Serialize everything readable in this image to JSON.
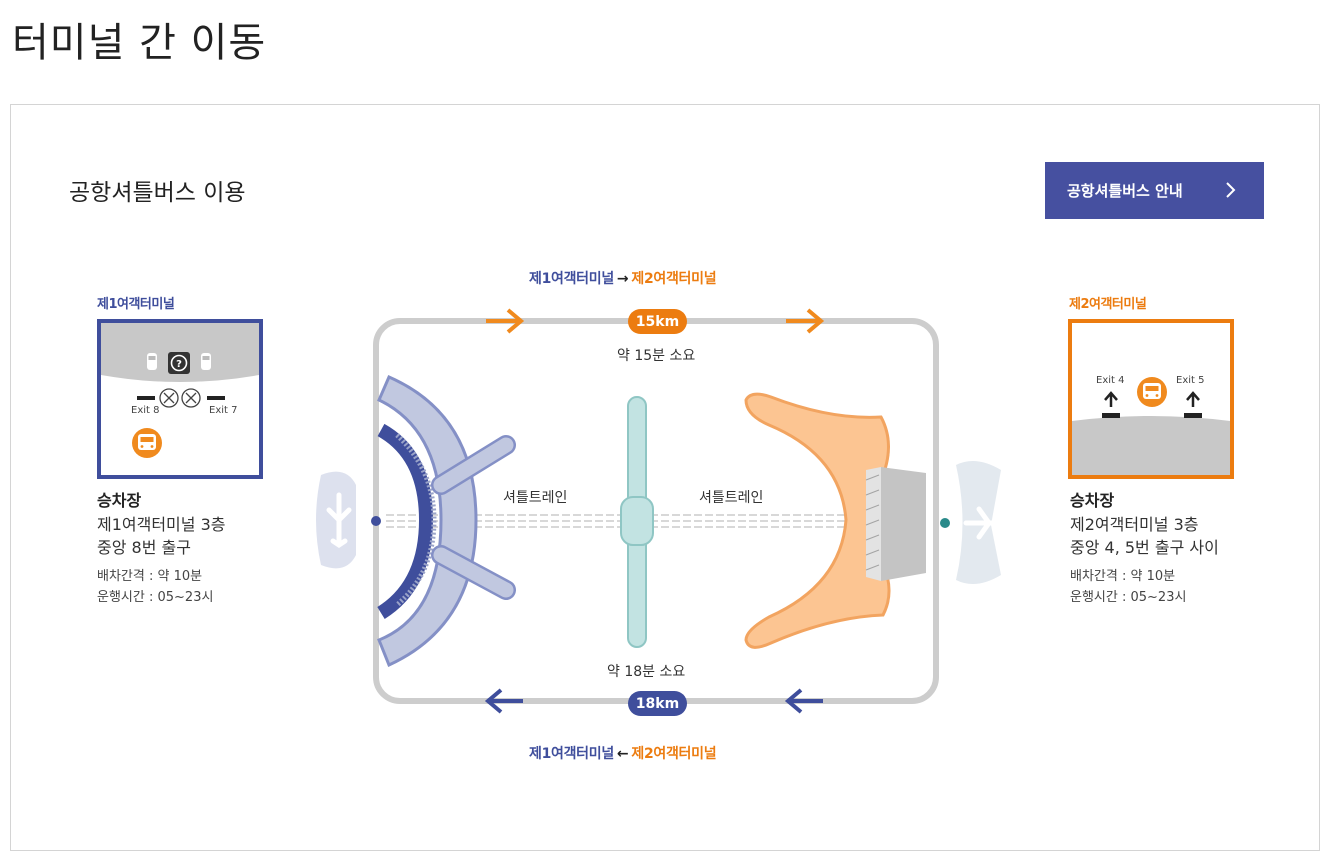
{
  "page": {
    "title": "터미널 간 이동"
  },
  "section": {
    "title": "공항셔틀버스 이용"
  },
  "guide_button": {
    "label": "공항셔틀버스 안내"
  },
  "terminal1": {
    "label": "제1여객터미널",
    "exit_left": "Exit 8",
    "exit_right": "Exit 7",
    "info_title": "승차장",
    "location_line1": "제1여객터미널 3층",
    "location_line2": "중앙 8번 출구",
    "interval": "배차간격 : 약 10분",
    "hours": "운행시간 : 05~23시"
  },
  "terminal2": {
    "label": "제2여객터미널",
    "exit_left": "Exit 4",
    "exit_right": "Exit 5",
    "info_title": "승차장",
    "location_line1": "제2여객터미널 3층",
    "location_line2": "중앙 4, 5번 출구 사이",
    "interval": "배차간격 : 약 10분",
    "hours": "운행시간 : 05~23시"
  },
  "route_top": {
    "from": "제1여객터미널",
    "arrow": "→",
    "to": "제2여객터미널",
    "distance": "15km",
    "time": "약 15분 소요"
  },
  "route_bottom": {
    "from": "제1여객터미널",
    "arrow": "←",
    "to": "제2여객터미널",
    "distance": "18km",
    "time": "약 18분 소요"
  },
  "shuttle_train": {
    "left_label": "셔틀트레인",
    "right_label": "셔틀트레인"
  },
  "colors": {
    "t1": "#3f4e9c",
    "t2": "#ec7c10",
    "button": "#4650a0",
    "train": "#b8dedd"
  },
  "icons": [
    "chevron-right-icon",
    "bus-icon",
    "help-icon",
    "car-icon",
    "up-arrow-icon",
    "airplane-icon"
  ]
}
